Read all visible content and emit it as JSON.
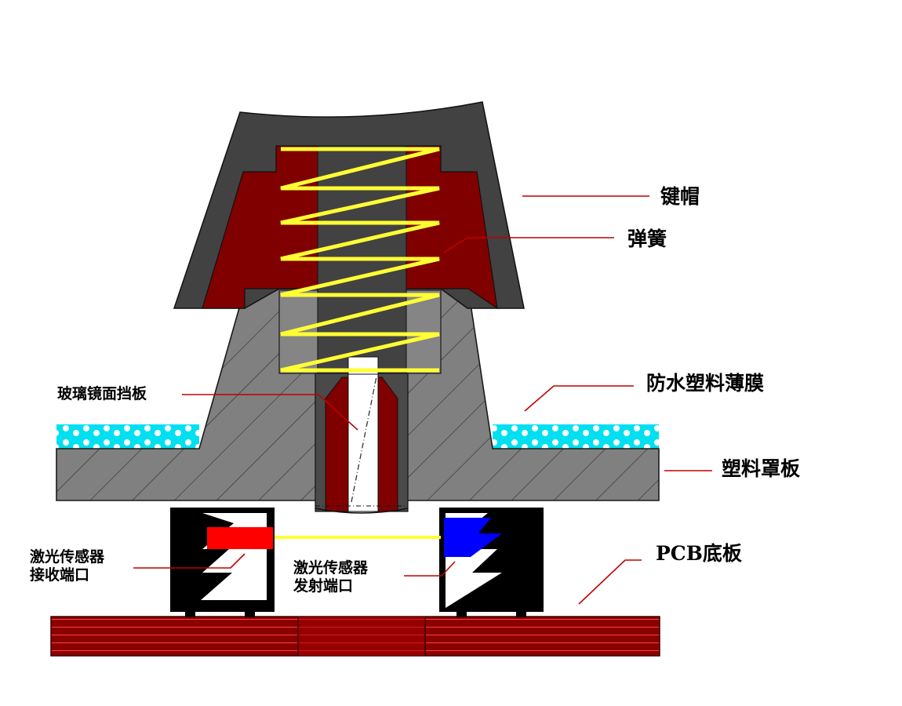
{
  "labels": {
    "keycap": "键帽",
    "spring": "弹簧",
    "membrane": "防水塑料薄膜",
    "cover_plate": "塑料罩板",
    "pcb": "PCB底板",
    "mirror": "玻璃镜面挡板",
    "receiver_line1": "激光传感器",
    "receiver_line2": "接收端口",
    "emitter_line1": "激光传感器",
    "emitter_line2": "发射端口"
  },
  "colors": {
    "keycap": "#424242",
    "keycap_inner": "#800000",
    "spring": "#ffff33",
    "plate": "#808080",
    "membrane": "#00e0f0",
    "pcb": "#8b0000",
    "laser_red": "#ff0000",
    "laser_blue": "#0000ff",
    "leader": "#c00000"
  }
}
